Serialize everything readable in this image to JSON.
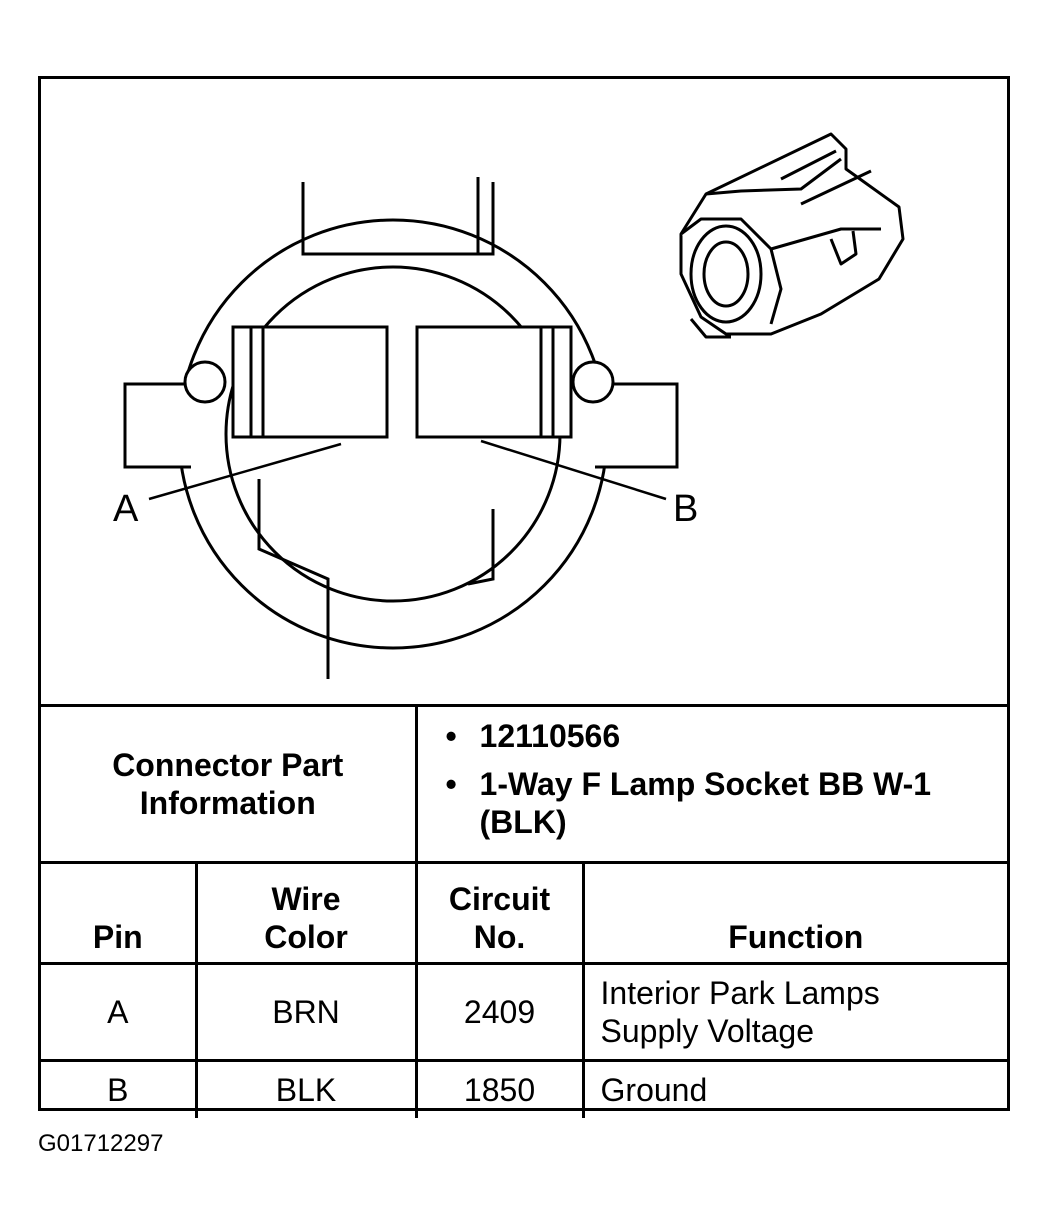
{
  "diagram": {
    "pin_a_label": "A",
    "pin_b_label": "B"
  },
  "connector_info": {
    "title_line1": "Connector Part",
    "title_line2": "Information",
    "items": [
      "12110566",
      "1-Way F Lamp Socket BB W-1 (BLK)"
    ]
  },
  "pin_table": {
    "headers": {
      "pin": "Pin",
      "wire_color_line1": "Wire",
      "wire_color_line2": "Color",
      "circuit_line1": "Circuit",
      "circuit_line2": "No.",
      "function": "Function"
    },
    "rows": [
      {
        "pin": "A",
        "wire_color": "BRN",
        "circuit": "2409",
        "function_line1": "Interior Park Lamps",
        "function_line2": "Supply Voltage"
      },
      {
        "pin": "B",
        "wire_color": "BLK",
        "circuit": "1850",
        "function_line1": "Ground",
        "function_line2": ""
      }
    ]
  },
  "reference_code": "G01712297"
}
